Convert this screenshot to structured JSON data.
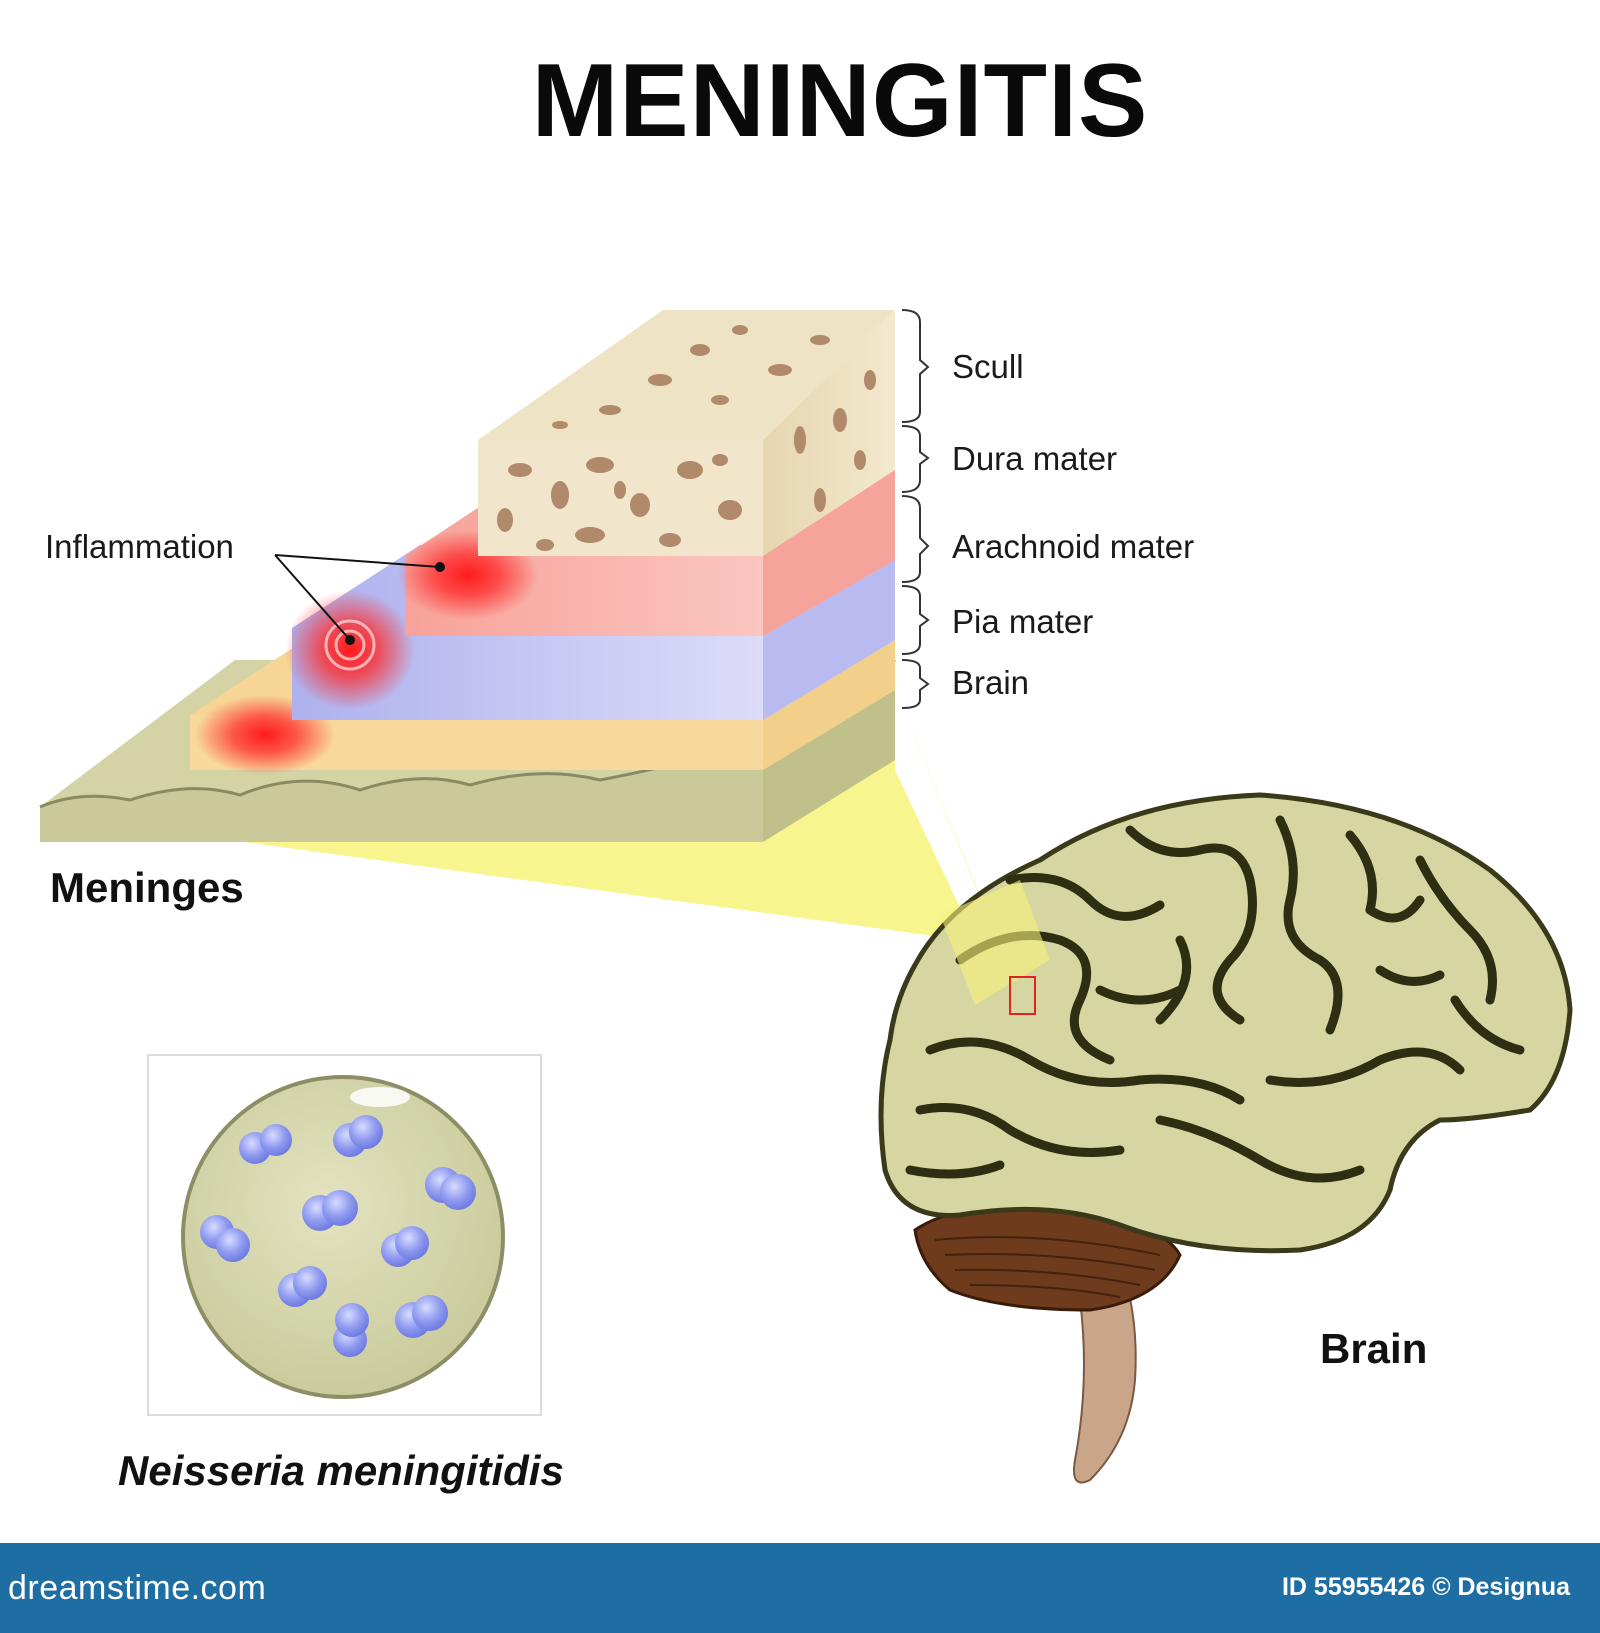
{
  "title": "MENINGITIS",
  "labels": {
    "inflammation": "Inflammation",
    "meninges": "Meninges",
    "brain": "Brain",
    "bacterium": "Neisseria meningitidis"
  },
  "layers": [
    {
      "name": "Scull",
      "color": "#efe3c6"
    },
    {
      "name": "Dura mater",
      "color": "#f8b0a8"
    },
    {
      "name": "Arachnoid mater",
      "color": "#c2c4f2"
    },
    {
      "name": "Pia mater",
      "color": "#f9dba0"
    },
    {
      "name": "Brain",
      "color": "#d3d3a6"
    }
  ],
  "footer": {
    "brand": "dreamstime.com",
    "credit": "ID 55955426 © Designua"
  },
  "colors": {
    "inflammation": "#ff1f1f",
    "magnifier": "#f7f27a",
    "brain_tissue": "#d6d6a2",
    "cerebellum": "#6e3b1c",
    "bacteria": "#8f9af0",
    "footer": "#1f6ea3"
  }
}
